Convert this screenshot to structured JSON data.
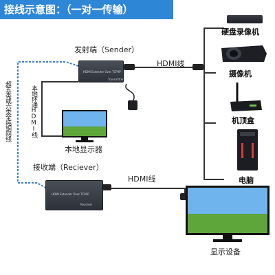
{
  "title": "接线示意图：（一对一传输）",
  "sender": {
    "label": "发射端（Sender）",
    "front_text": "HDMI Extender Over TCP/IP",
    "side_text": "Transmitter"
  },
  "receiver": {
    "label": "接收端（Reciever）",
    "front_text": "HDMI Extender Over TCP/IP",
    "side_text": "Receiver"
  },
  "hdmi_cable_top": "HDMI线",
  "hdmi_cable_bottom": "HDMI线",
  "local_loop_label": "本地环通HDMI线",
  "local_monitor_label": "本地显示器",
  "network_cable_label": "超五类或六类全纯铜网线",
  "sources": [
    {
      "label": "硬盘录像机"
    },
    {
      "label": "摄像机"
    },
    {
      "label": "机顶盒"
    },
    {
      "label": "电脑"
    }
  ],
  "display_label": "显示设备",
  "colors": {
    "title_bg": "#2e86d6",
    "network_cable": "#3a7fd1",
    "device_box": "#3a3f47"
  }
}
